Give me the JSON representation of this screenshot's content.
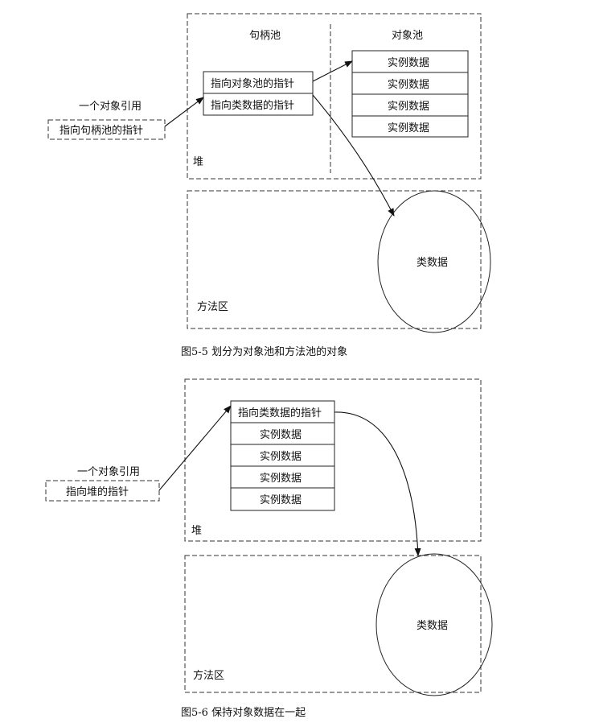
{
  "fig1": {
    "reference_label": "一个对象引用",
    "reference_box": "指向句柄池的指针",
    "handle_pool_title": "句柄池",
    "object_pool_title": "对象池",
    "handle_rows": [
      "指向对象池的指针",
      "指向类数据的指针"
    ],
    "instance_rows": [
      "实例数据",
      "实例数据",
      "实例数据",
      "实例数据"
    ],
    "heap_label": "堆",
    "method_area_label": "方法区",
    "class_data_label": "类数据",
    "caption": "图5-5  划分为对象池和方法池的对象"
  },
  "fig2": {
    "reference_label": "一个对象引用",
    "reference_box": "指向堆的指针",
    "object_rows": [
      "指向类数据的指针",
      "实例数据",
      "实例数据",
      "实例数据",
      "实例数据"
    ],
    "heap_label": "堆",
    "method_area_label": "方法区",
    "class_data_label": "类数据",
    "caption": "图5-6  保持对象数据在一起"
  }
}
